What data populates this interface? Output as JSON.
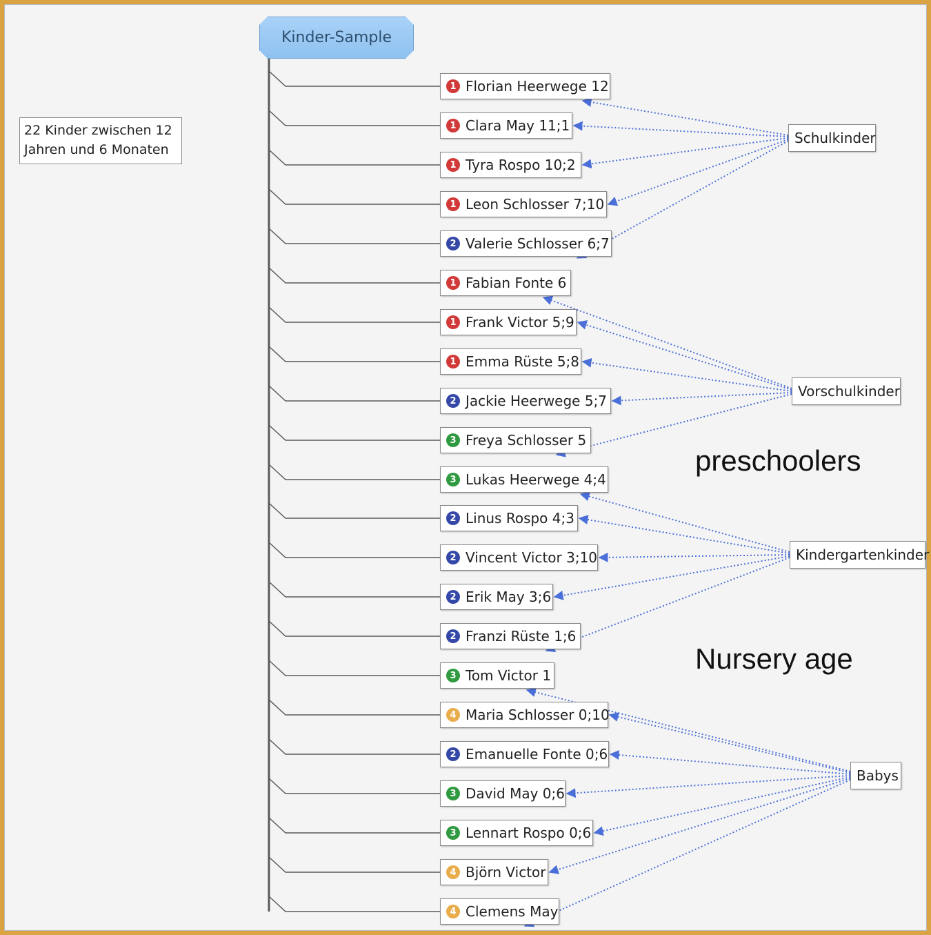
{
  "root": "Kinder-Sample",
  "note": {
    "line1": "22 Kinder zwischen 12",
    "line2": "Jahren und 6 Monaten"
  },
  "children": [
    {
      "label": "Florian Heerwege 12",
      "priority": "1"
    },
    {
      "label": "Clara May 11;1",
      "priority": "1"
    },
    {
      "label": "Tyra Rospo 10;2",
      "priority": "1"
    },
    {
      "label": "Leon Schlosser 7;10",
      "priority": "1"
    },
    {
      "label": "Valerie Schlosser 6;7",
      "priority": "2"
    },
    {
      "label": "Fabian Fonte 6",
      "priority": "1"
    },
    {
      "label": "Frank Victor 5;9",
      "priority": "1"
    },
    {
      "label": "Emma Rüste 5;8",
      "priority": "1"
    },
    {
      "label": "Jackie Heerwege 5;7",
      "priority": "2"
    },
    {
      "label": "Freya Schlosser 5",
      "priority": "3"
    },
    {
      "label": "Lukas Heerwege 4;4",
      "priority": "3"
    },
    {
      "label": "Linus Rospo 4;3",
      "priority": "2"
    },
    {
      "label": "Vincent Victor 3;10",
      "priority": "2"
    },
    {
      "label": "Erik May 3;6",
      "priority": "2"
    },
    {
      "label": "Franzi Rüste 1;6",
      "priority": "2"
    },
    {
      "label": "Tom Victor 1",
      "priority": "3"
    },
    {
      "label": "Maria Schlosser 0;10",
      "priority": "4"
    },
    {
      "label": "Emanuelle Fonte 0;6",
      "priority": "2"
    },
    {
      "label": "David May 0;6",
      "priority": "3"
    },
    {
      "label": "Lennart Rospo 0;6",
      "priority": "3"
    },
    {
      "label": "Björn Victor",
      "priority": "4"
    },
    {
      "label": "Clemens May",
      "priority": "4"
    }
  ],
  "categories": [
    {
      "label": "Schulkinder",
      "members": [
        0,
        1,
        2,
        3,
        4
      ]
    },
    {
      "label": "Vorschulkinder",
      "members": [
        5,
        6,
        7,
        8,
        9
      ]
    },
    {
      "label": "Kindergartenkinder",
      "members": [
        10,
        11,
        12,
        13,
        14
      ]
    },
    {
      "label": "Babys",
      "members": [
        15,
        16,
        17,
        18,
        19,
        20,
        21
      ]
    }
  ],
  "annotations": {
    "preschoolers": "preschoolers",
    "nursery": "Nursery age"
  },
  "colors": {
    "priority_1": "#d23a3a",
    "priority_2": "#3548a8",
    "priority_3": "#2f9a3f",
    "priority_4": "#e9ad4b",
    "root_fill": "#9ccaf4",
    "link": "#4a6fd8",
    "trunk": "#5a5a5a"
  }
}
